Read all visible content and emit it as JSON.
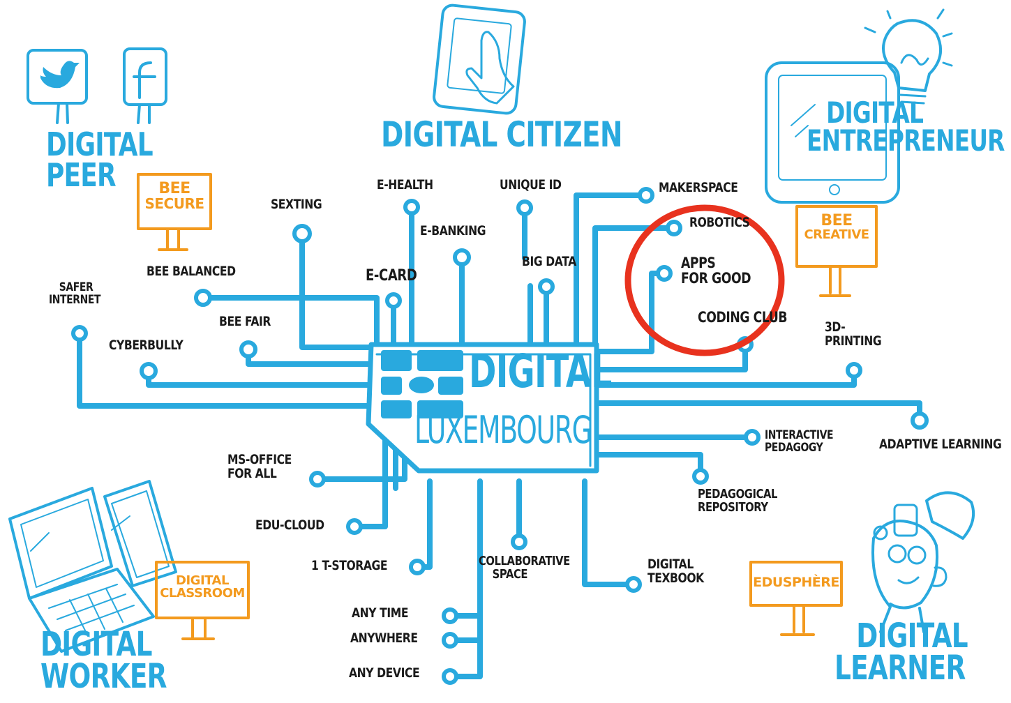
{
  "hub": {
    "title": "DIGITAL",
    "subtitle": "LUXEMBOURG"
  },
  "pillars": {
    "peer": [
      "DIGITAL",
      "PEER"
    ],
    "citizen": "DIGITAL CITIZEN",
    "entrepreneur": [
      "DIGITAL",
      "ENTREPRENEUR"
    ],
    "worker": [
      "DIGITAL",
      "WORKER"
    ],
    "learner": [
      "DIGITAL",
      "LEARNER"
    ]
  },
  "signs": {
    "bee_secure": [
      "BEE",
      "SECURE"
    ],
    "bee_creative": [
      "BEE",
      "CREATIVE"
    ],
    "digital_classroom": [
      "DIGITAL",
      "CLASSROOM"
    ],
    "edusphere": "EDUSPHÈRE"
  },
  "nodes": {
    "e_health": "E-HEALTH",
    "unique_id": "UNIQUE ID",
    "makerspace": "MAKERSPACE",
    "robotics": "ROBOTICS",
    "apps_for_good": [
      "APPS",
      "FOR GOOD"
    ],
    "coding_club": "CODING CLUB",
    "printing_3d": [
      "3D-",
      "PRINTING"
    ],
    "sexting": "SEXTING",
    "e_banking": "E-BANKING",
    "big_data": "BIG DATA",
    "e_card": "E-CARD",
    "bee_balanced": "BEE BALANCED",
    "safer_internet": [
      "SAFER",
      "INTERNET"
    ],
    "bee_fair": "BEE FAIR",
    "cyberbully": "CYBERBULLY",
    "interactive_pedagogy": [
      "INTERACTIVE",
      "PEDAGOGY"
    ],
    "adaptive_learning": "ADAPTIVE LEARNING",
    "pedagogical_repository": [
      "PEDAGOGICAL",
      "REPOSITORY"
    ],
    "ms_office": [
      "MS-OFFICE",
      "FOR ALL"
    ],
    "edu_cloud": "EDU-CLOUD",
    "t_storage": "1 T-STORAGE",
    "collaborative_space": [
      "COLLABORATIVE",
      "SPACE"
    ],
    "digital_textbook": [
      "DIGITAL",
      "TEXBOOK"
    ],
    "any_time": "ANY TIME",
    "anywhere": "ANYWHERE",
    "any_device": "ANY DEVICE"
  },
  "icons": {
    "twitter": "twitter-bird-icon",
    "facebook": "facebook-f-icon",
    "tablet": "tablet-touch-icon",
    "lightbulb": "lightbulb-icon",
    "laptop": "laptop-icon",
    "learner_head": "open-head-learner-icon",
    "chip": "smart-card-chip-icon"
  },
  "colors": {
    "blue": "#29a9de",
    "orange": "#f39a1e",
    "highlight": "#e8321e",
    "text": "#1a1a1a"
  }
}
